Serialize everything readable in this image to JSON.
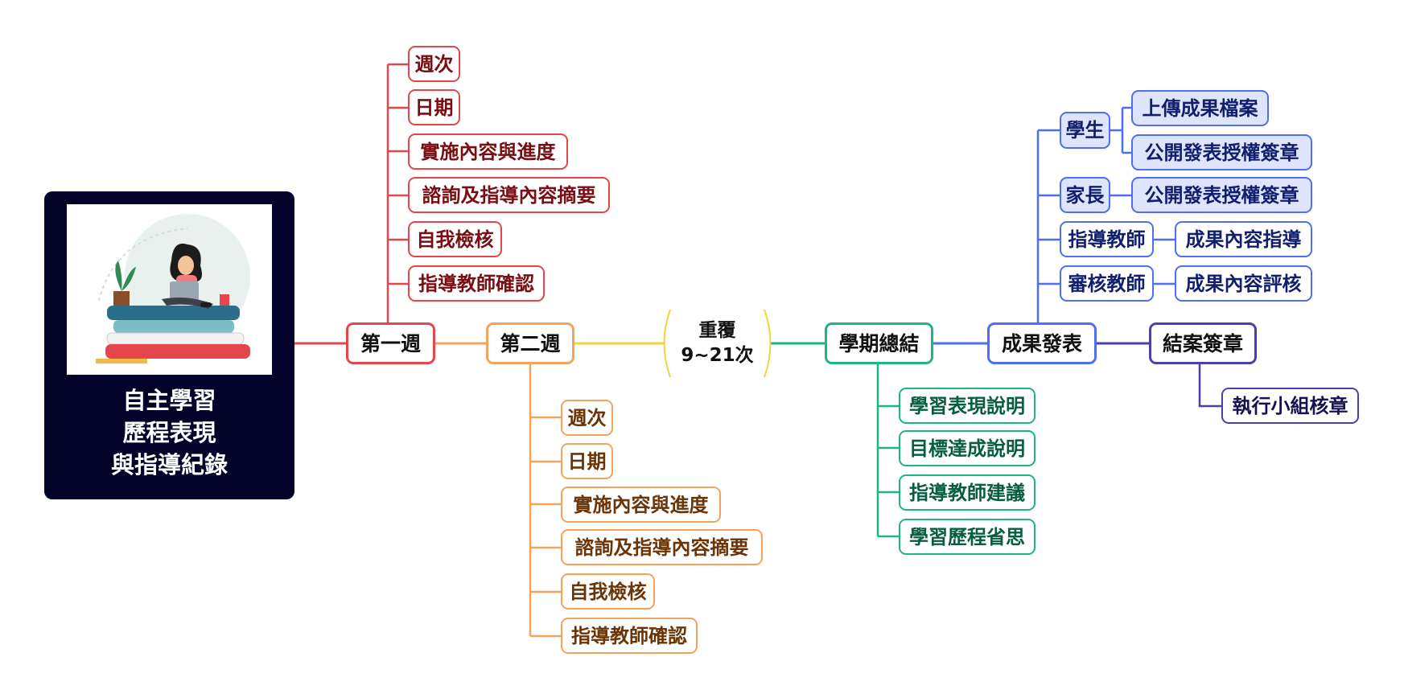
{
  "central": {
    "title_lines": [
      "自主學習",
      "歷程表現",
      "與指導紀錄"
    ],
    "illustration": "woman-with-laptop-on-books"
  },
  "week1": {
    "label": "第一週",
    "children": [
      "週次",
      "日期",
      "實施內容與進度",
      "諮詢及指導內容摘要",
      "自我檢核",
      "指導教師確認"
    ]
  },
  "week2": {
    "label": "第二週",
    "children": [
      "週次",
      "日期",
      "實施內容與進度",
      "諮詢及指導內容摘要",
      "自我檢核",
      "指導教師確認"
    ]
  },
  "repeat": {
    "line1": "重覆",
    "line2": "9~21次"
  },
  "summary": {
    "label": "學期總結",
    "children": [
      "學習表現說明",
      "目標達成說明",
      "指導教師建議",
      "學習歷程省思"
    ]
  },
  "results": {
    "label": "成果發表",
    "groups": [
      {
        "role": "學生",
        "items": [
          "上傳成果檔案",
          "公開發表授權簽章"
        ]
      },
      {
        "role": "家長",
        "items": [
          "公開發表授權簽章"
        ]
      },
      {
        "role": "指導教師",
        "items": [
          "成果內容指導"
        ]
      },
      {
        "role": "審核教師",
        "items": [
          "成果內容評核"
        ]
      }
    ]
  },
  "closing": {
    "label": "結案簽章",
    "children": [
      "執行小組核章"
    ]
  },
  "colors": {
    "red": "#e3464b",
    "orange": "#f2a45c",
    "yellow": "#f5d33a",
    "green": "#1db586",
    "blue": "#4d6ff0",
    "purple": "#4a40ad",
    "central_bg": "#03032a"
  }
}
